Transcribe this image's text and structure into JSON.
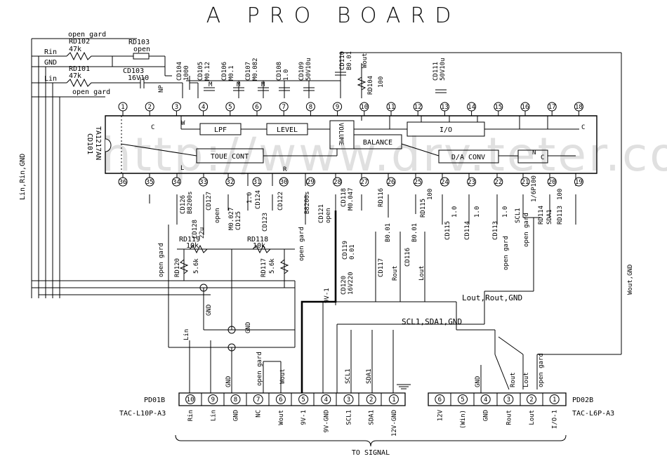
{
  "title": "A PRO BOARD",
  "watermark": "http://www.drv.teter.com",
  "ic": {
    "ref": "CD101",
    "part": "TA1217AN",
    "top_pins": [
      "1",
      "2",
      "3",
      "4",
      "5",
      "6",
      "7",
      "8",
      "9",
      "10",
      "11",
      "12",
      "13",
      "14",
      "15",
      "16",
      "17",
      "18"
    ],
    "bottom_pins": [
      "36",
      "35",
      "34",
      "33",
      "32",
      "31",
      "30",
      "29",
      "28",
      "27",
      "26",
      "25",
      "24",
      "23",
      "22",
      "21",
      "20",
      "19"
    ],
    "blocks": {
      "lpf": "LPF",
      "level": "LEVEL",
      "volume": "VOLUME",
      "balance": "BALANCE",
      "io": "I/O",
      "tone": "TOUE CONT",
      "da": "D/A CONV",
      "c_block": "C",
      "n_label": "N",
      "c_left": "C",
      "c_right": "C",
      "l_label": "L",
      "r_label": "R",
      "w_label": "W"
    }
  },
  "input_lines": {
    "open_gard_top": "open gard",
    "rin": "Rin",
    "gnd": "GND",
    "lin": "Lin",
    "open_gard_bottom": "open gard",
    "side_label": "Lin,Rin,GND"
  },
  "parts": {
    "rd102": "RD102",
    "rd102_val": "47k",
    "rd103": "RD103",
    "rd103_val": "open",
    "rd101": "RD101",
    "rd101_val": "47k",
    "cd103": "CD103",
    "cd103_val": "16V10",
    "np": "NP",
    "cd104": "CD104",
    "cd104_val": "1000",
    "cd105": "CD105",
    "cd105_val": "M0.12",
    "cd106": "CD106",
    "cd106_val": "M0.1",
    "cd107": "CD107",
    "cd107_val": "M0.082",
    "cd108": "CD108",
    "cd108_val": "1.0",
    "cd109": "CD109",
    "cd109_val": "50V10u",
    "cd110": "CD110",
    "cd110_val": "B0.01",
    "rd104": "RD104",
    "rd104_val": "100",
    "wout": "Wout",
    "cd111": "CD111",
    "cd111_val": "50V10u",
    "cd126": "CD126",
    "cd126_val": "B8200s",
    "cd127": "CD127",
    "cd128": "CD128",
    "cd128_val": "22u",
    "cd125": "CD125",
    "cd125_val": "M0.027",
    "cd124": "CD124",
    "cd124_val": "1.0",
    "cd122": "CD122",
    "cd122_val": "B8200s",
    "cd123": "CD123",
    "cd121": "CD121",
    "cd118": "CD118",
    "cd118_val": "M0.047",
    "rd116": "RD116",
    "rd115": "RD115",
    "rd115_val": "100",
    "cd115": "CD115",
    "cd115_val": "1.0",
    "cd114": "CD114",
    "cd114_val": "1.0",
    "cd113": "CD113",
    "cd113_val": "1.0",
    "rd114": "RD114",
    "rd114_val": "1/6P100",
    "rd113": "RD113",
    "rd113_val": "100",
    "scl1": "SCL1",
    "sda1": "SDA1",
    "rd119": "RD119",
    "rd119_val": "10k",
    "rd118": "RD118",
    "rd118_val": "10k",
    "rd120": "RD120",
    "rd120_val": "5.6k",
    "rd117": "RD117",
    "rd117_val": "5.6k",
    "cd119": "CD119",
    "cd119_val": "0.01",
    "cd117": "CD117",
    "cd117_val": "B0.01",
    "cd116": "CD116",
    "cd116_val": "B0.01",
    "cd120": "CD120",
    "cd120_val": "16V220",
    "open": "open",
    "open_gard": "open gard",
    "m": "M",
    "gnd": "GND",
    "lin": "Lin",
    "rout": "Rout",
    "lout": "Lout",
    "nine_v": "9V-1",
    "wout_gnd": "Wout,GND"
  },
  "buses": {
    "lout_rout_gnd": "Lout,Rout,GND",
    "scl_sda_gnd": "SCL1,SDA1,GND"
  },
  "connector_left": {
    "ref": "PD01B",
    "part": "TAC-L10P-A3",
    "pins": [
      {
        "num": "10",
        "label": "Rin"
      },
      {
        "num": "9",
        "label": "Lin"
      },
      {
        "num": "8",
        "label": "GND"
      },
      {
        "num": "7",
        "label": "NC"
      },
      {
        "num": "6",
        "label": "Wout"
      },
      {
        "num": "5",
        "label": "9V-1"
      },
      {
        "num": "4",
        "label": "9V-GND"
      },
      {
        "num": "3",
        "label": "SCL1"
      },
      {
        "num": "2",
        "label": "SDA1"
      },
      {
        "num": "1",
        "label": "12V-GND"
      }
    ]
  },
  "connector_right": {
    "ref": "PD02B",
    "part": "TAC-L6P-A3",
    "pins": [
      {
        "num": "6",
        "label": "12V"
      },
      {
        "num": "5",
        "label": "(Win)"
      },
      {
        "num": "4",
        "label": "GND"
      },
      {
        "num": "3",
        "label": "Rout"
      },
      {
        "num": "2",
        "label": "Lout"
      },
      {
        "num": "1",
        "label": "I/O-1"
      }
    ]
  },
  "footer": "TO SIGNAL"
}
